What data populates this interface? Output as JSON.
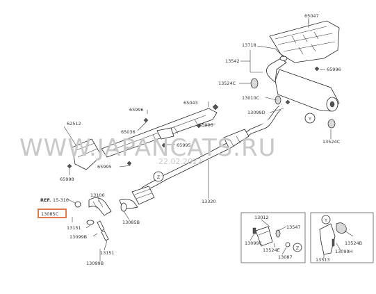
{
  "watermark": {
    "text": "WWW.JAPANCATS.RU",
    "date": "22.02.2022"
  },
  "reference": {
    "label": "REF.",
    "code": "15-310"
  },
  "highlighted_part": "13085C",
  "markers": {
    "y": "Y",
    "z": "Z"
  },
  "parts": [
    {
      "id": "65047",
      "label": "65047"
    },
    {
      "id": "13718",
      "label": "13718"
    },
    {
      "id": "13542",
      "label": "13542"
    },
    {
      "id": "65996a",
      "label": "65996"
    },
    {
      "id": "13524C_a",
      "label": "13524C"
    },
    {
      "id": "13010C",
      "label": "13010C"
    },
    {
      "id": "13099D",
      "label": "13099D"
    },
    {
      "id": "65043",
      "label": "65043"
    },
    {
      "id": "65996b",
      "label": "65996"
    },
    {
      "id": "65036",
      "label": "65036"
    },
    {
      "id": "65996c",
      "label": "65996"
    },
    {
      "id": "62512",
      "label": "62512"
    },
    {
      "id": "65995a",
      "label": "65995"
    },
    {
      "id": "65995b",
      "label": "65995"
    },
    {
      "id": "65998",
      "label": "65998"
    },
    {
      "id": "13524C_b",
      "label": "13524C"
    },
    {
      "id": "13320",
      "label": "13320"
    },
    {
      "id": "13100",
      "label": "13100"
    },
    {
      "id": "13085B",
      "label": "13085B"
    },
    {
      "id": "13151a",
      "label": "13151"
    },
    {
      "id": "13099B_a",
      "label": "13099B"
    },
    {
      "id": "13151b",
      "label": "13151"
    },
    {
      "id": "13099B_b",
      "label": "13099B"
    },
    {
      "id": "13012",
      "label": "13012"
    },
    {
      "id": "13547",
      "label": "13547"
    },
    {
      "id": "13099C",
      "label": "13099C"
    },
    {
      "id": "13524E",
      "label": "13524E"
    },
    {
      "id": "13087",
      "label": "13087"
    },
    {
      "id": "13524B",
      "label": "13524B"
    },
    {
      "id": "13099H",
      "label": "13099H"
    },
    {
      "id": "13513",
      "label": "13513"
    }
  ]
}
